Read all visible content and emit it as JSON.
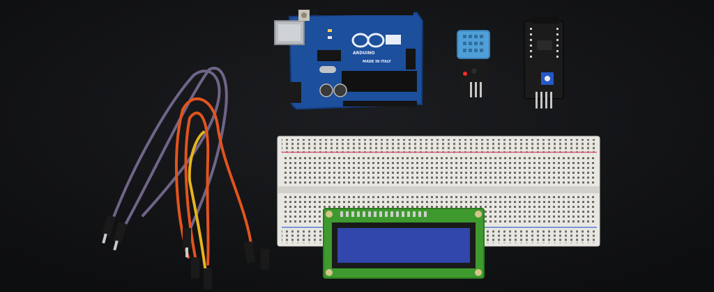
{
  "arduino": {
    "logo_text": "ARDUINO",
    "model": "UNO",
    "made_in": "MADE IN ITALY",
    "board_color": "#1c4f9c"
  },
  "colors": {
    "background": "#111214",
    "breadboard": "#e9e7e2",
    "rail_red": "#d8607a",
    "rail_blue": "#5a7bd0",
    "dht_module": "#4f9fd8",
    "i2c_board": "#1b1b1b",
    "lcd_pcb": "#3e9a2e",
    "lcd_screen": "#2b3fa0",
    "wire_purple": "#6f6588",
    "wire_orange": "#e2541e",
    "wire_yellow": "#e7b41e"
  },
  "components": [
    {
      "name": "Arduino Uno board"
    },
    {
      "name": "DHT11 sensor module"
    },
    {
      "name": "I2C LCD adapter"
    },
    {
      "name": "Breadboard"
    },
    {
      "name": "16x2 LCD display"
    },
    {
      "name": "Jumper wires"
    }
  ]
}
